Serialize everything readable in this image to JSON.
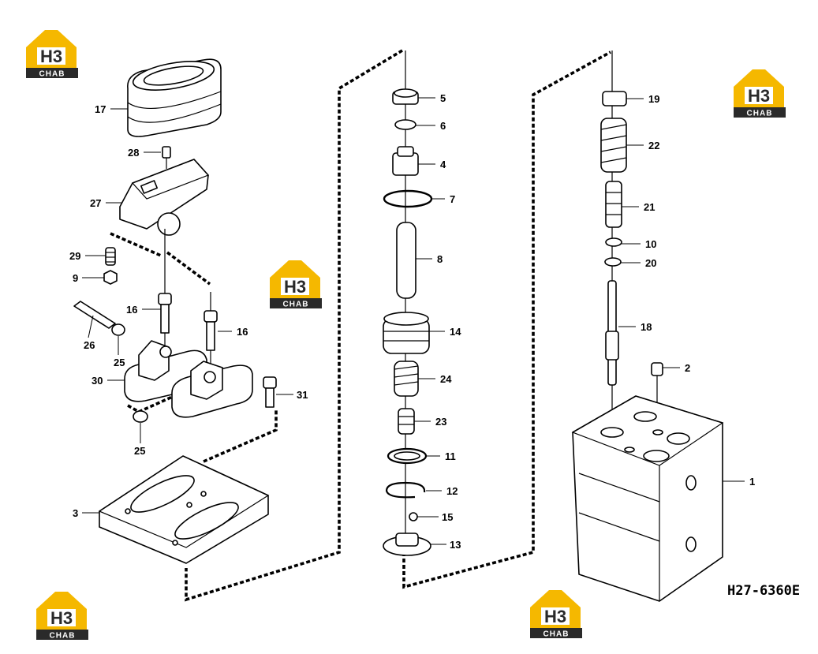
{
  "drawing_code": "H27-6360E",
  "logo": {
    "text_top": "H3",
    "text_bottom": "CHAB",
    "gold": "#f5b800",
    "dark": "#2a2a2a"
  },
  "callouts": {
    "c17": "17",
    "c28": "28",
    "c27": "27",
    "c29": "29",
    "c9": "9",
    "c16a": "16",
    "c16b": "16",
    "c26": "26",
    "c25a": "25",
    "c30": "30",
    "c31": "31",
    "c25b": "25",
    "c3": "3",
    "c5": "5",
    "c6": "6",
    "c4": "4",
    "c7": "7",
    "c8": "8",
    "c14": "14",
    "c24": "24",
    "c23": "23",
    "c11": "11",
    "c12": "12",
    "c15": "15",
    "c13": "13",
    "c19": "19",
    "c22": "22",
    "c21": "21",
    "c10": "10",
    "c20": "20",
    "c18": "18",
    "c2": "2",
    "c1": "1"
  }
}
